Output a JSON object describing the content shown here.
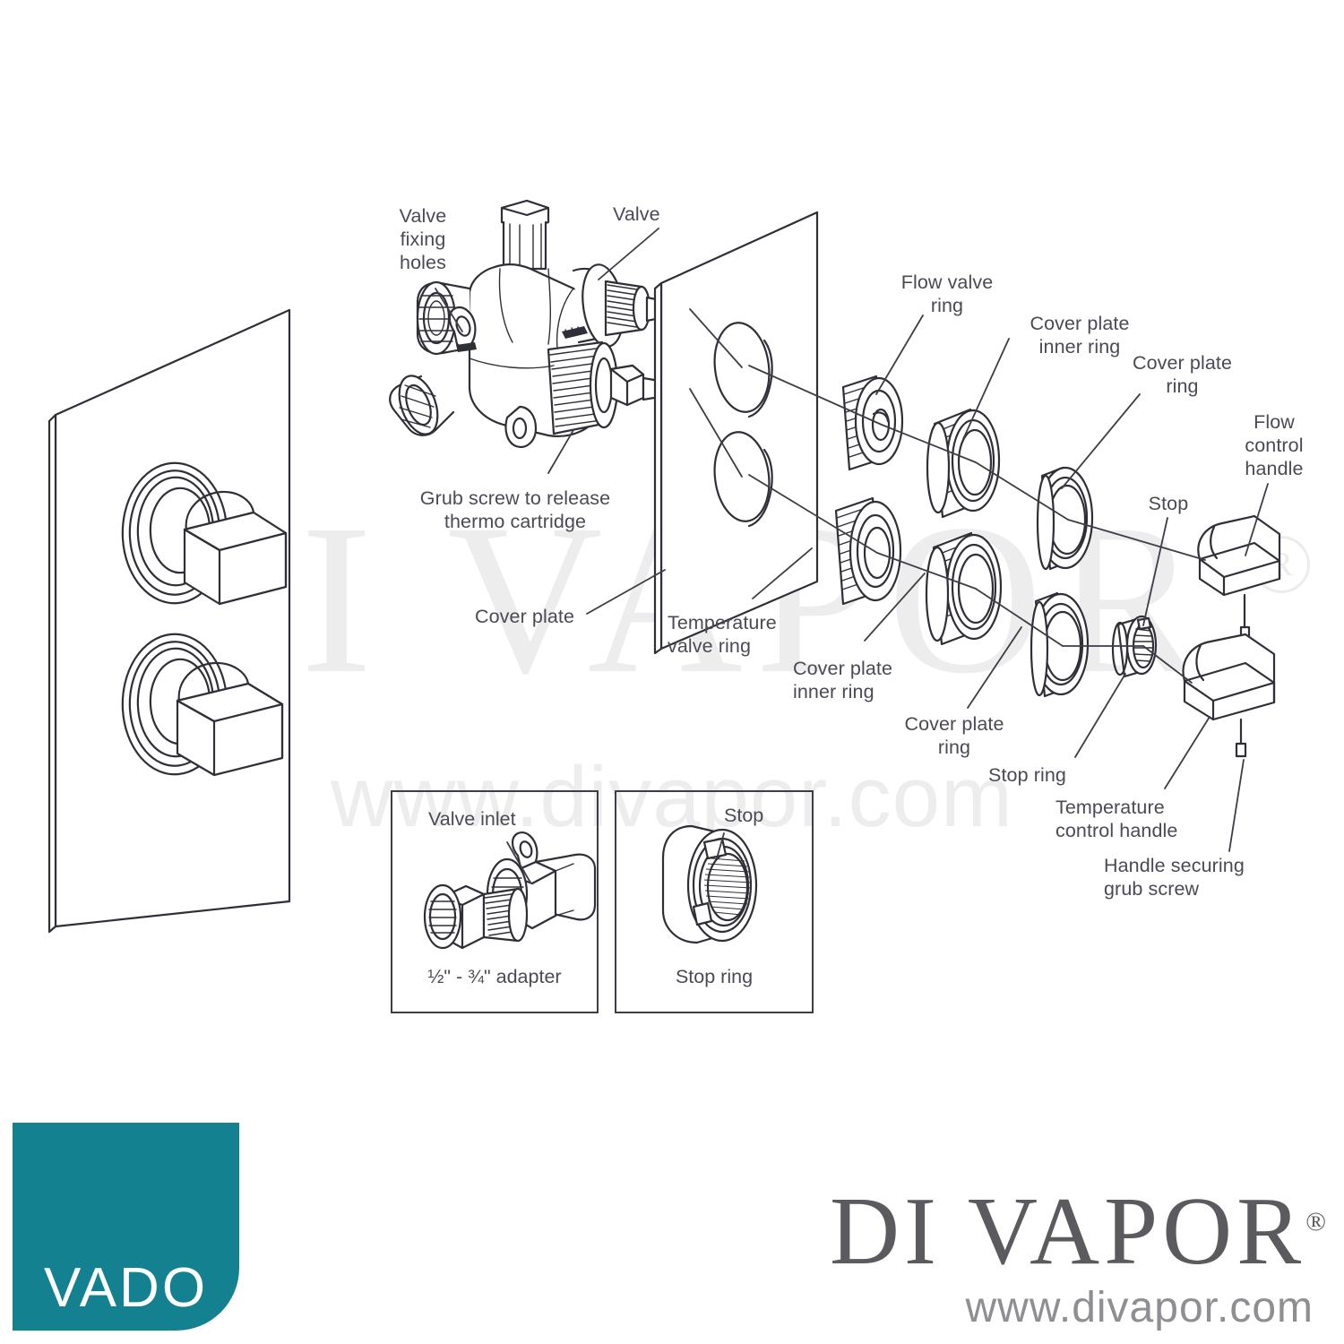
{
  "document": {
    "type": "exploded-parts-diagram",
    "subject": "VADO concealed thermostatic shower valve"
  },
  "watermark": {
    "brand": "DI VAPOR",
    "url": "www.divapor.com",
    "registered_mark": "R"
  },
  "labels": [
    {
      "id": "valve-fixing-holes",
      "text": "Valve\nfixing\nholes"
    },
    {
      "id": "valve",
      "text": "Valve"
    },
    {
      "id": "flow-valve-ring",
      "text": "Flow valve\nring"
    },
    {
      "id": "cover-plate-inner-ring-top",
      "text": "Cover plate\ninner ring"
    },
    {
      "id": "cover-plate-ring-top",
      "text": "Cover plate\nring"
    },
    {
      "id": "flow-control-handle",
      "text": "Flow\ncontrol\nhandle"
    },
    {
      "id": "stop-top",
      "text": "Stop"
    },
    {
      "id": "grub-screw-thermo",
      "text": "Grub screw to release\nthermo cartridge"
    },
    {
      "id": "cover-plate",
      "text": "Cover plate"
    },
    {
      "id": "temperature-valve-ring",
      "text": "Temperature\nvalve ring"
    },
    {
      "id": "cover-plate-inner-ring-bottom",
      "text": "Cover plate\ninner ring"
    },
    {
      "id": "cover-plate-ring-bottom",
      "text": "Cover plate\nring"
    },
    {
      "id": "stop-ring",
      "text": "Stop ring"
    },
    {
      "id": "temperature-control-handle",
      "text": "Temperature\ncontrol handle"
    },
    {
      "id": "handle-securing-grub-screw",
      "text": "Handle securing\ngrub screw"
    }
  ],
  "insets": [
    {
      "id": "adapter-inset",
      "caption": "½\" - ¾\" adapter",
      "callout": "Valve inlet"
    },
    {
      "id": "stop-ring-inset",
      "caption": "Stop ring",
      "callout": "Stop"
    }
  ],
  "branding": {
    "vado": "VADO",
    "divapor_name": "DI VAPOR",
    "divapor_reg": "®",
    "divapor_url": "www.divapor.com"
  },
  "colors": {
    "vado_teal": "#13818f",
    "label_text": "#4a4a55",
    "line_art": "#2f2f38",
    "watermark": "#ededed",
    "brand_gray": "#5b5b5f"
  }
}
